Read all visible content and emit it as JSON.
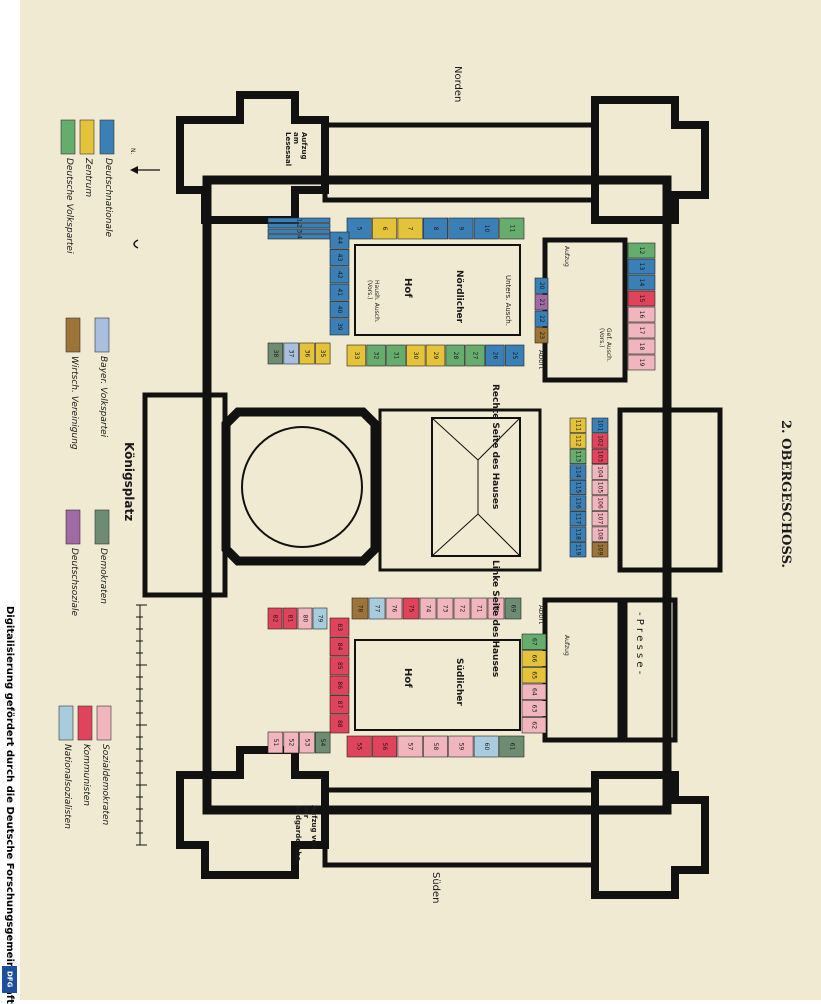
{
  "title": "2. OBERGESCHOSS.",
  "compass": {
    "top": "Norden",
    "bottom": "Süden",
    "arrow_label": "N."
  },
  "place": "Königsplatz",
  "rooms": {
    "aufzug_lesesaal": "Aufzug am Lesesaal",
    "aufzug_garderobe": "Aufzug von der Südgarderobe",
    "noerdlicher_hof_1": "Nördlicher",
    "noerdlicher_hof_2": "Hof",
    "suedlicher_hof_1": "Südlicher",
    "suedlicher_hof_2": "Hof",
    "unters_ausch": "Unters. Ausch.",
    "haush_ausch": "Haush. Ausch. (Vors.)",
    "gef_ausch": "Gef. Ausch. (Vors.)",
    "rechte_seite": "Rechte Seite des Hauses",
    "linke_seite": "Linke Seite des Hauses",
    "abort": "Abort",
    "aufzug": "Aufzug",
    "presse": "- P r e s s e -"
  },
  "legend": [
    {
      "label": "Deutschnationale",
      "color": "#3a7fb5"
    },
    {
      "label": "Zentrum",
      "color": "#e4c33a"
    },
    {
      "label": "Deutsche Volkspartei",
      "color": "#66ad6d"
    },
    {
      "label": "Bayer. Volkspartei",
      "color": "#a9bfe0"
    },
    {
      "label": "Wirtsch. Vereinigung",
      "color": "#9c7438"
    },
    {
      "label": "Demokraten",
      "color": "#6e8c72"
    },
    {
      "label": "Deutschsoziale",
      "color": "#a06aa4"
    },
    {
      "label": "Sozialdemokraten",
      "color": "#f0b5bd"
    },
    {
      "label": "Kommunisten",
      "color": "#e0435c"
    },
    {
      "label": "Nationalsozialisten",
      "color": "#a8ccdd"
    }
  ],
  "room_groups": [
    {
      "id": "north-top",
      "numbers": [
        "1",
        "2",
        "3",
        "4"
      ],
      "parties": [
        "Deutschnationale",
        "Deutschnationale",
        "Deutschnationale",
        "Deutschnationale"
      ]
    },
    {
      "id": "north-court-top",
      "numbers": [
        "5",
        "6",
        "7",
        "8",
        "9",
        "10",
        "11"
      ],
      "parties": [
        "Deutschnationale",
        "Zentrum",
        "Zentrum",
        "Deutschnationale",
        "Deutschnationale",
        "Deutschnationale",
        "Deutsche Volkspartei"
      ]
    },
    {
      "id": "north-court-left",
      "numbers": [
        "44",
        "43",
        "42",
        "41",
        "40",
        "39"
      ],
      "parties": [
        "Deutschnationale",
        "Deutschnationale",
        "Deutschnationale",
        "Deutschnationale",
        "Deutschnationale",
        "Deutschnationale"
      ]
    },
    {
      "id": "north-lower",
      "numbers": [
        "38",
        "37",
        "36",
        "35"
      ],
      "parties": [
        "Demokraten",
        "Bayer. Volkspartei",
        "Zentrum",
        "Zentrum"
      ]
    },
    {
      "id": "north-court-bottom",
      "numbers": [
        "33",
        "32",
        "31",
        "30",
        "29",
        "28",
        "27",
        "26",
        "25"
      ],
      "parties": [
        "Zentrum",
        "Deutsche Volkspartei",
        "Deutsche Volkspartei",
        "Zentrum",
        "Zentrum",
        "Deutsche Volkspartei",
        "Deutsche Volkspartei",
        "Deutschnationale",
        "Deutschnationale"
      ]
    },
    {
      "id": "north-stair",
      "numbers": [
        "20",
        "21",
        "22",
        "23"
      ],
      "parties": [
        "Deutschnationale",
        "Deutschsoziale",
        "Deutschnationale",
        "Wirtsch. Vereinigung"
      ]
    },
    {
      "id": "north-right",
      "numbers": [
        "12",
        "13",
        "14",
        "15",
        "16",
        "17",
        "18",
        "19"
      ],
      "parties": [
        "Deutsche Volkspartei",
        "Deutschnationale",
        "Deutschnationale",
        "Kommunisten",
        "Sozialdemokraten",
        "Sozialdemokraten",
        "Sozialdemokraten",
        "Sozialdemokraten"
      ]
    },
    {
      "id": "center-a",
      "numbers": [
        "111",
        "112",
        "113",
        "114",
        "115",
        "116",
        "117",
        "118",
        "119"
      ],
      "parties": [
        "Zentrum",
        "Zentrum",
        "Deutsche Volkspartei",
        "Deutschnationale",
        "Deutschnationale",
        "Deutschnationale",
        "Deutschnationale",
        "Deutschnationale",
        "Deutschnationale"
      ]
    },
    {
      "id": "center-b",
      "numbers": [
        "101",
        "102",
        "103",
        "104",
        "105",
        "106",
        "107",
        "108",
        "109"
      ],
      "parties": [
        "Deutschnationale",
        "Kommunisten",
        "Kommunisten",
        "Sozialdemokraten",
        "Sozialdemokraten",
        "Sozialdemokraten",
        "Sozialdemokraten",
        "Sozialdemokraten",
        "Wirtsch. Vereinigung"
      ]
    },
    {
      "id": "south-court-top",
      "numbers": [
        "78",
        "77",
        "76",
        "75",
        "74",
        "73",
        "72",
        "71",
        "70",
        "69"
      ],
      "parties": [
        "Wirtsch. Vereinigung",
        "Nationalsozialisten",
        "Sozialdemokraten",
        "Kommunisten",
        "Sozialdemokraten",
        "Sozialdemokraten",
        "Sozialdemokraten",
        "Sozialdemokraten",
        "Sozialdemokraten",
        "Demokraten"
      ]
    },
    {
      "id": "south-left-top",
      "numbers": [
        "82",
        "81",
        "80",
        "79"
      ],
      "parties": [
        "Kommunisten",
        "Kommunisten",
        "Sozialdemokraten",
        "Nationalsozialisten"
      ]
    },
    {
      "id": "south-court-left",
      "numbers": [
        "83",
        "84",
        "85",
        "86",
        "87",
        "88"
      ],
      "parties": [
        "Kommunisten",
        "Kommunisten",
        "Kommunisten",
        "Kommunisten",
        "Kommunisten",
        "Kommunisten"
      ]
    },
    {
      "id": "south-right",
      "numbers": [
        "67",
        "66",
        "65",
        "64",
        "63",
        "62"
      ],
      "parties": [
        "Deutsche Volkspartei",
        "Zentrum",
        "Zentrum",
        "Sozialdemokraten",
        "Sozialdemokraten",
        "Sozialdemokraten"
      ]
    },
    {
      "id": "south-court-bottom",
      "numbers": [
        "55",
        "56",
        "57",
        "58",
        "59",
        "60",
        "61"
      ],
      "parties": [
        "Kommunisten",
        "Kommunisten",
        "Sozialdemokraten",
        "Sozialdemokraten",
        "Sozialdemokraten",
        "Nationalsozialisten",
        "Demokraten"
      ]
    },
    {
      "id": "south-left-bottom",
      "numbers": [
        "51",
        "52",
        "53",
        "54"
      ],
      "parties": [
        "Sozialdemokraten",
        "Sozialdemokraten",
        "Sozialdemokraten",
        "Demokraten"
      ]
    }
  ],
  "credit": "Digitalisierung gefördert durch die Deutsche Forschungsgemeinschaft",
  "credit_logo": "DFG"
}
